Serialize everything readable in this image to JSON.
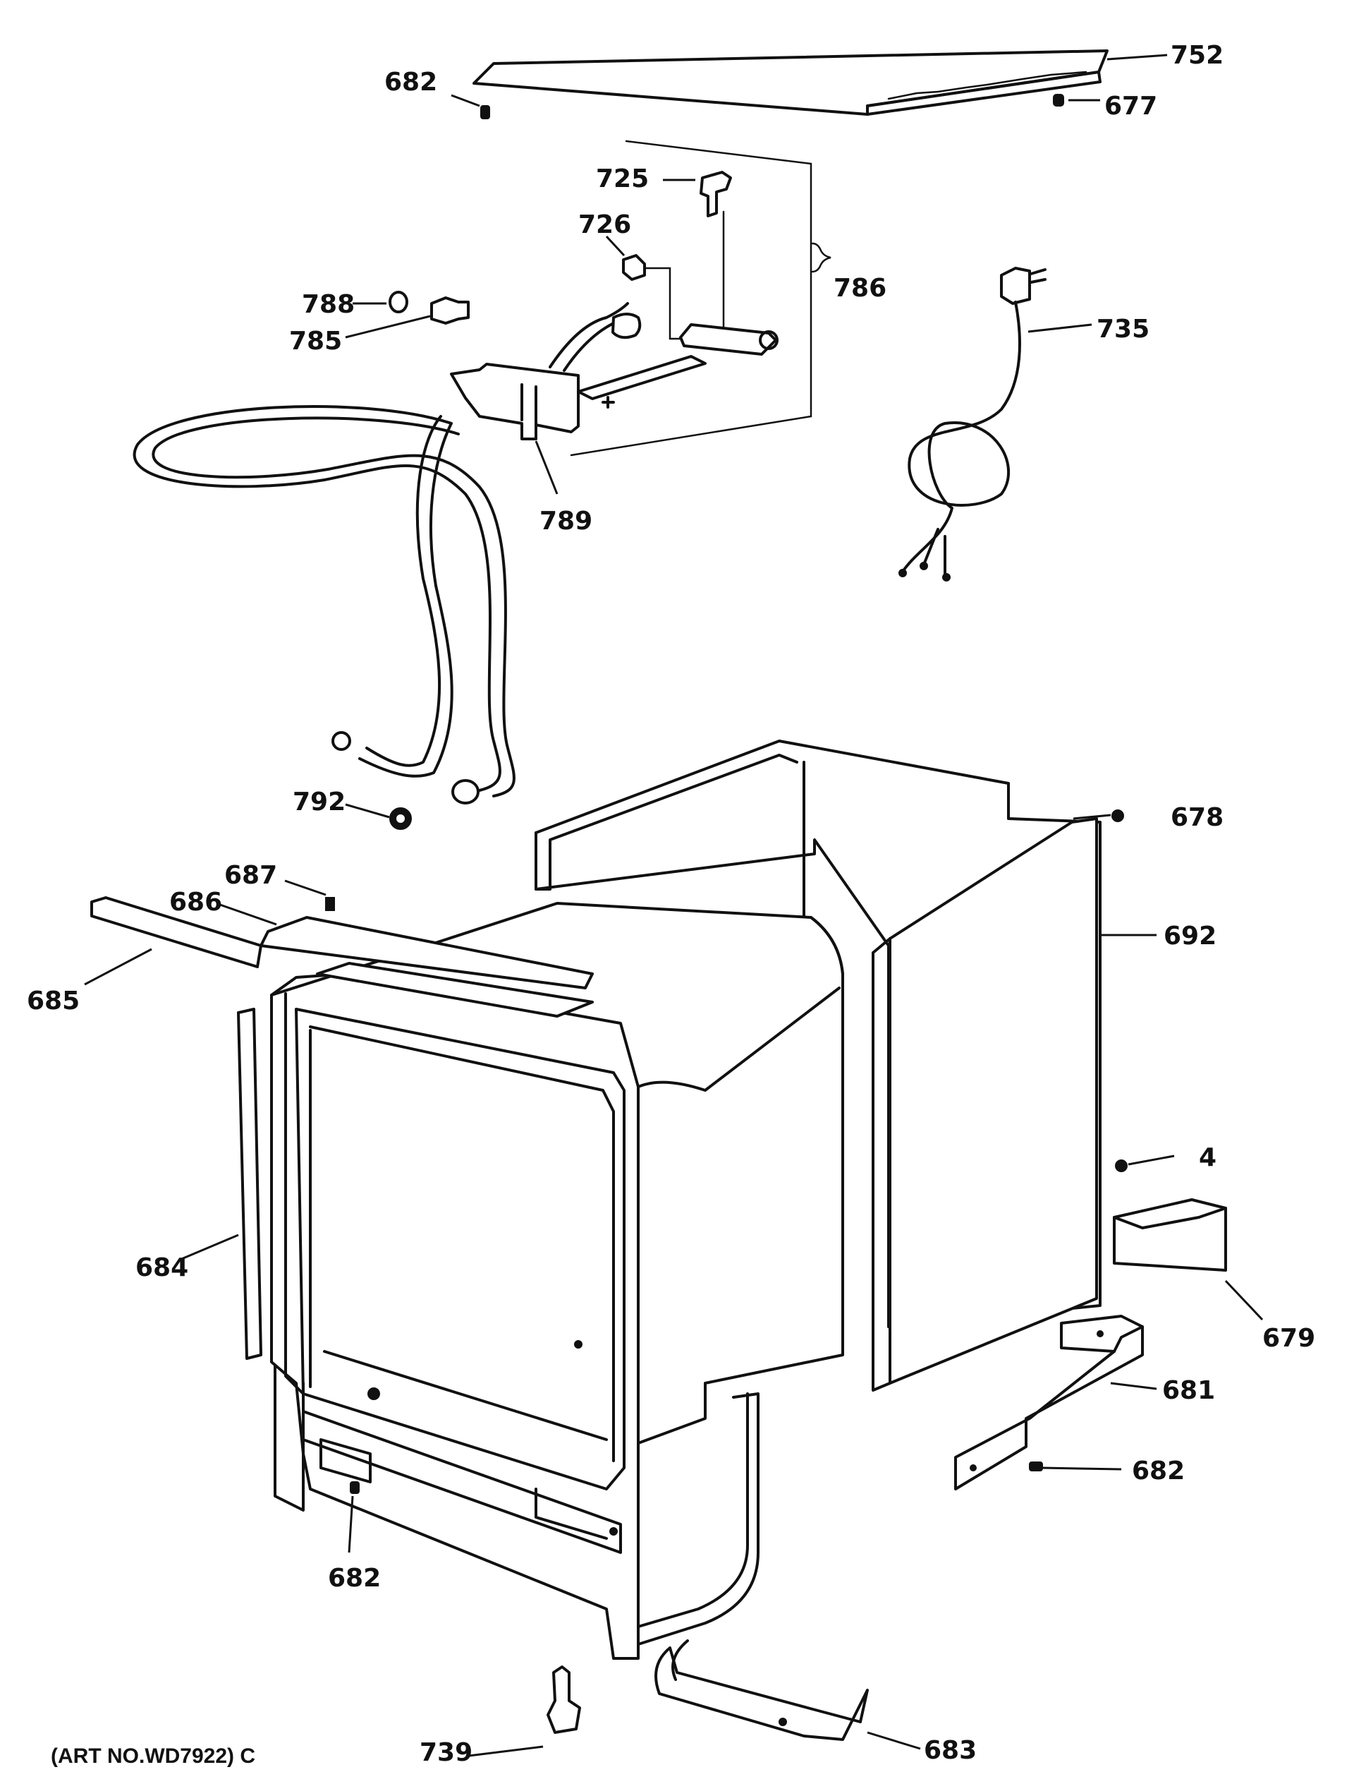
{
  "callouts": {
    "l752": "752",
    "l682a": "682",
    "l677": "677",
    "l725": "725",
    "l726": "726",
    "l786": "786",
    "l788": "788",
    "l785": "785",
    "l735": "735",
    "l789": "789",
    "l792": "792",
    "l678": "678",
    "l687": "687",
    "l686": "686",
    "l692": "692",
    "l685": "685",
    "l4": "4",
    "l684": "684",
    "l679": "679",
    "l681": "681",
    "l682b": "682",
    "l682c": "682",
    "l739": "739",
    "l683": "683"
  },
  "art_number": "(ART NO.WD7922) C"
}
